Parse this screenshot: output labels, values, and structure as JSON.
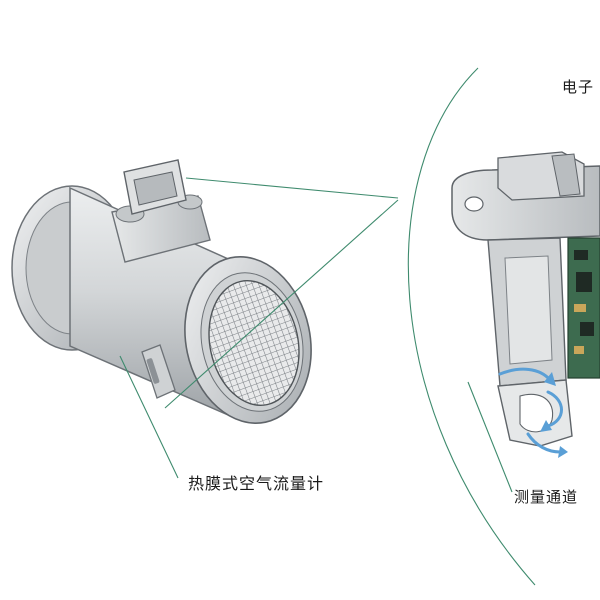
{
  "labels": {
    "sensor": "热膜式空气流量计",
    "channel": "测量通道",
    "electronics": "电子"
  },
  "colors": {
    "leader_line": "#3f8b6e",
    "flow_arrow": "#5a9fd6",
    "pcb_green": "#3d6b4f",
    "body_gray": "#d4d6d8"
  }
}
